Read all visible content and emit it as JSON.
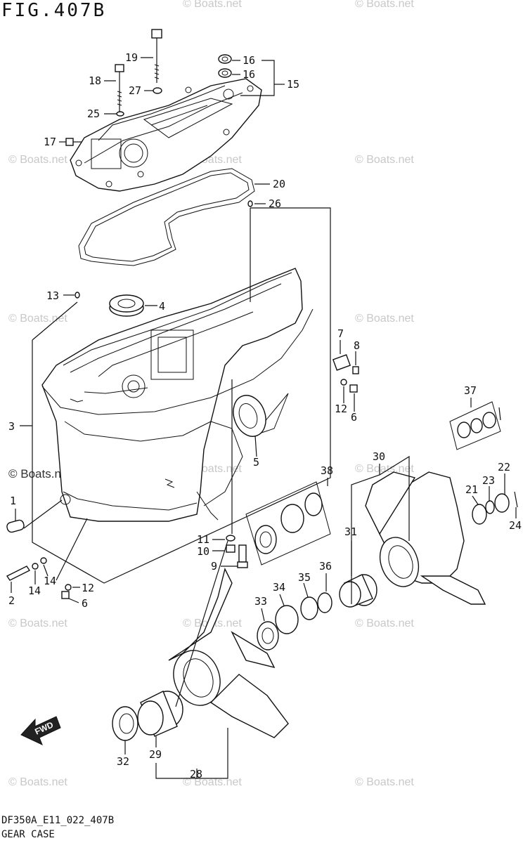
{
  "figure": {
    "title": "FIG.407B",
    "drawing_code": "DF350A_E11_022_407B",
    "caption": "GEAR CASE"
  },
  "watermark": "© Boats.net",
  "direction_arrow_label": "FWD",
  "callouts": [
    "1",
    "2",
    "3",
    "4",
    "5",
    "6",
    "6",
    "7",
    "8",
    "9",
    "10",
    "11",
    "12",
    "12",
    "13",
    "14",
    "14",
    "15",
    "16",
    "16",
    "17",
    "18",
    "19",
    "20",
    "21",
    "22",
    "23",
    "24",
    "25",
    "26",
    "27",
    "28",
    "29",
    "30",
    "31",
    "32",
    "33",
    "34",
    "35",
    "36",
    "37",
    "38"
  ],
  "colors": {
    "ink": "#111111",
    "watermark": "#c8c8c8",
    "background": "#ffffff"
  }
}
